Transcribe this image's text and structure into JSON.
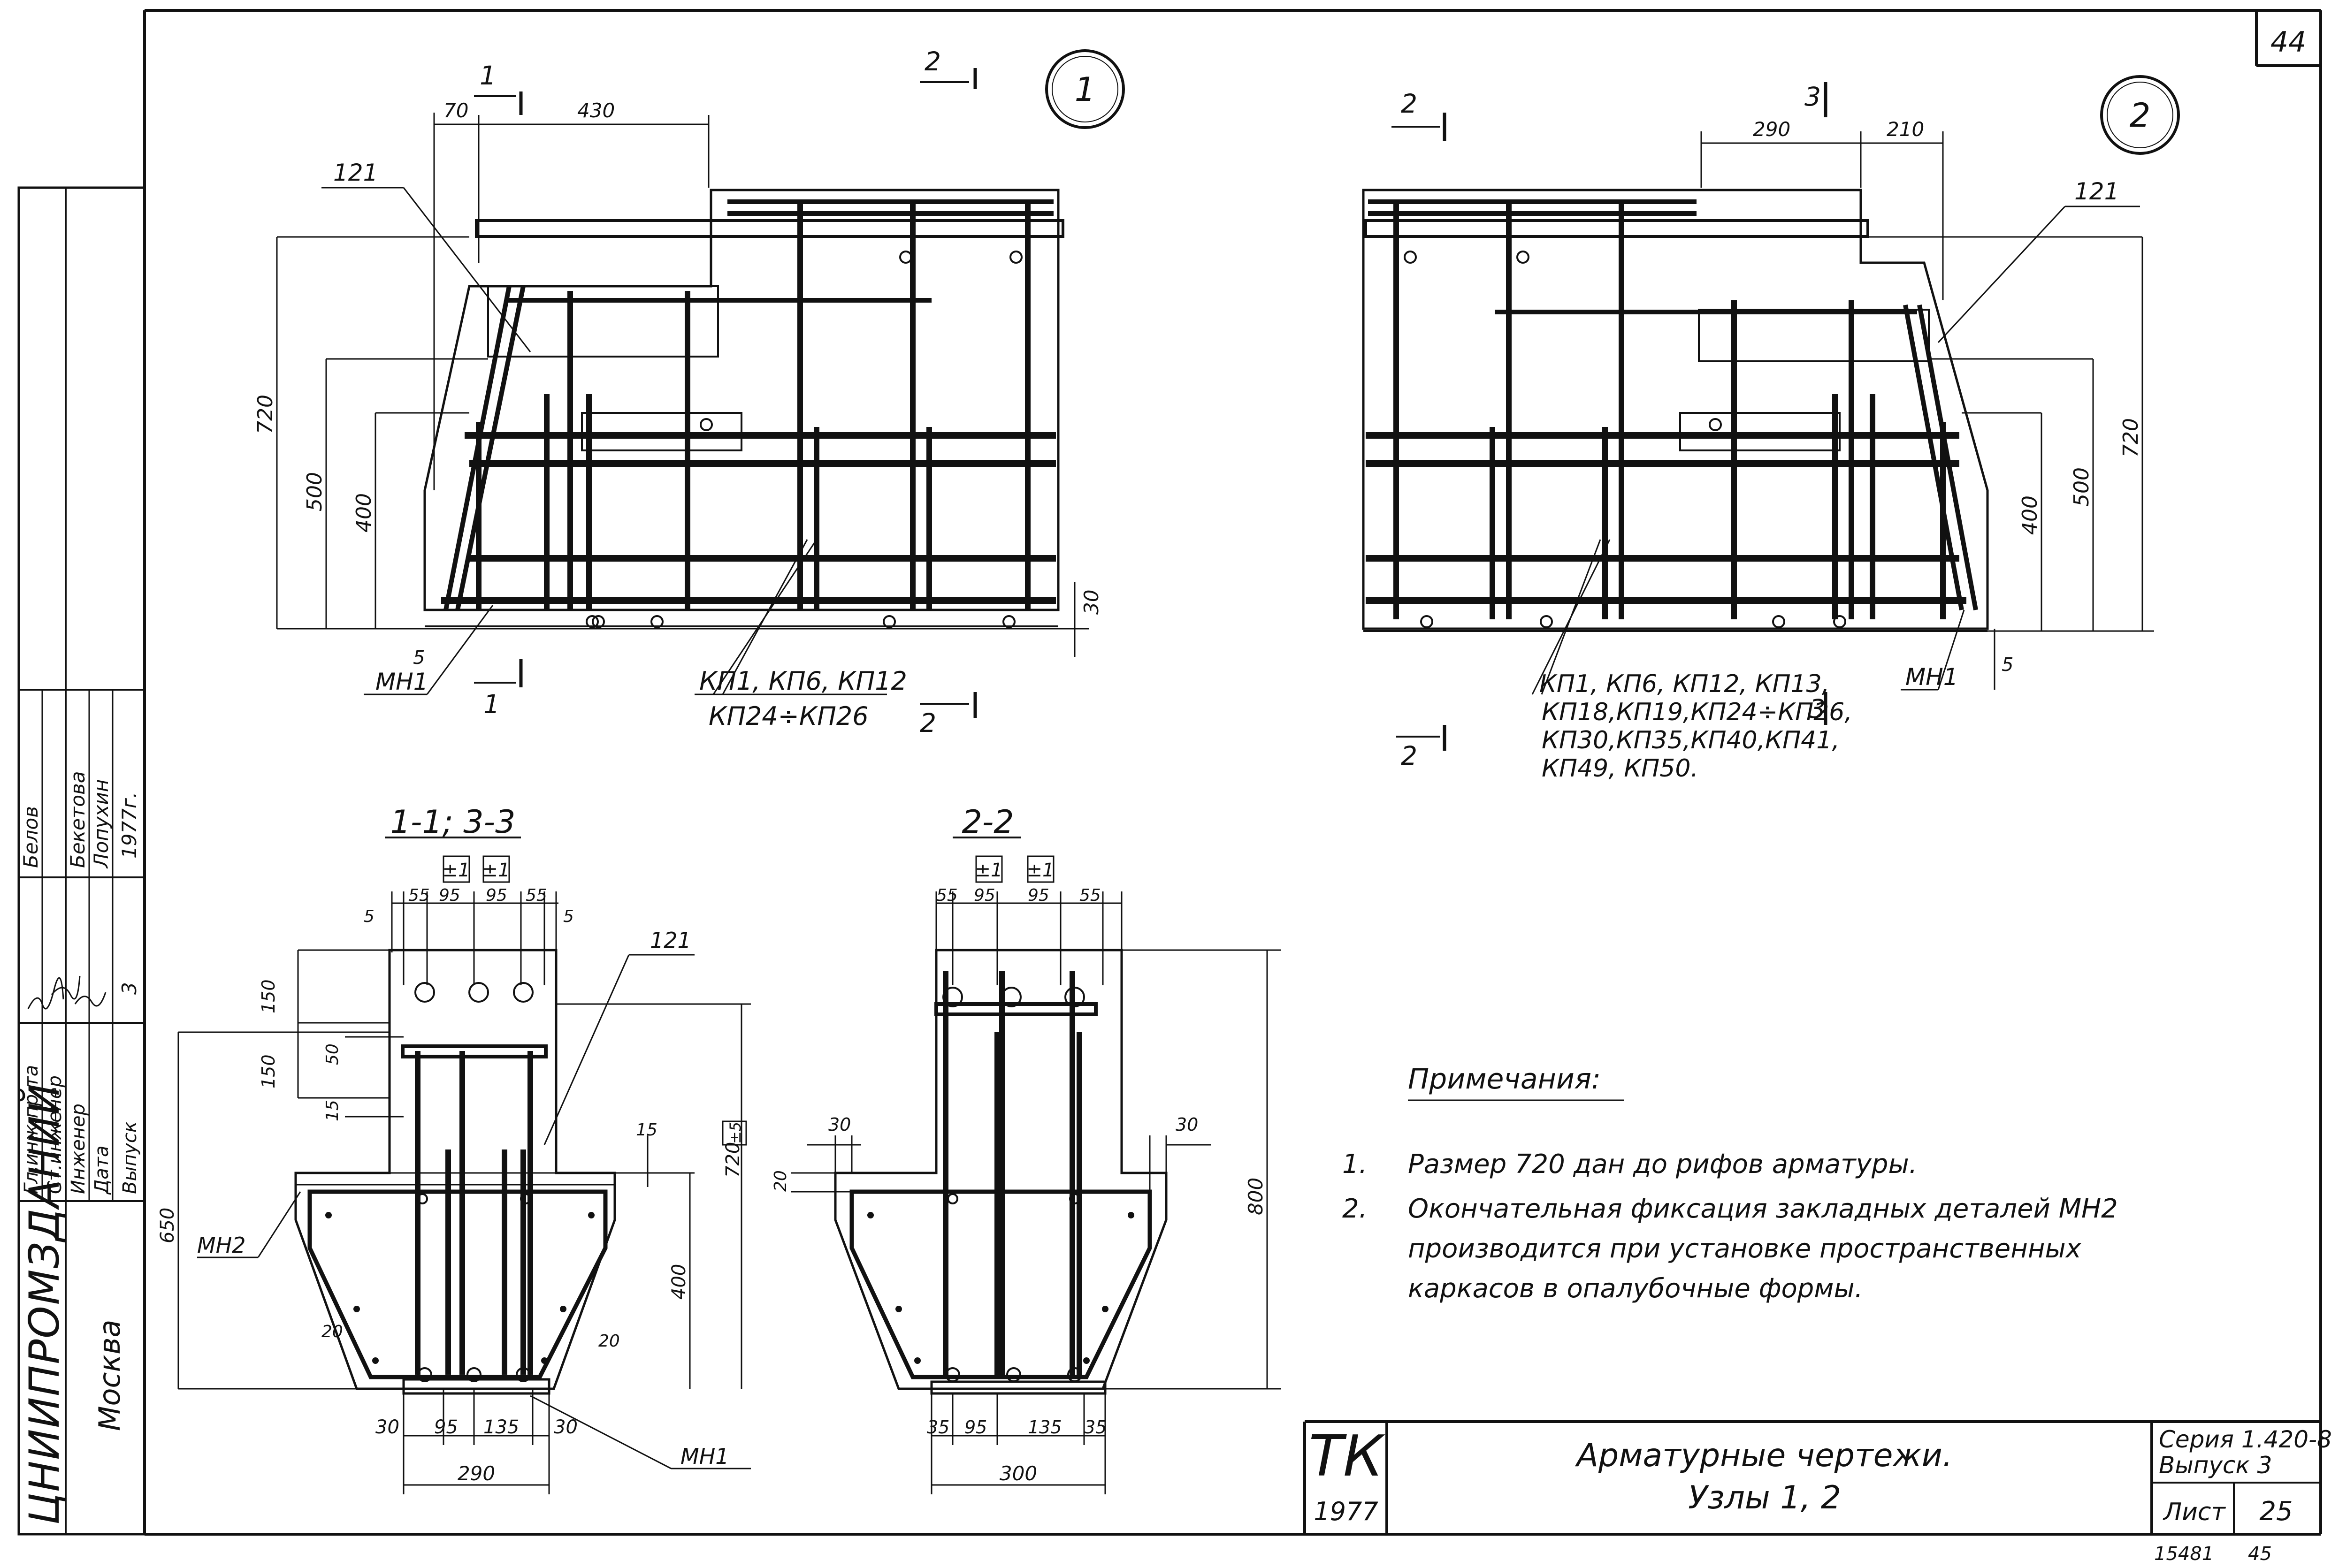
{
  "sheet_number_corner": "44",
  "node1": {
    "circle_label": "1",
    "section_1_top": "1",
    "section_2_top": "2",
    "section_1_bottom": "1",
    "section_2_bottom": "2",
    "dim_70": "70",
    "dim_430": "430",
    "dim_720": "720",
    "dim_500": "500",
    "dim_400": "400",
    "dim_30": "30",
    "dim_5": "5",
    "callout_121": "121",
    "callout_mn1": "МН1",
    "frames_line1": "КП1, КП6, КП12",
    "frames_line2": "КП24÷КП26"
  },
  "node2": {
    "circle_label": "2",
    "section_2_top": "2",
    "section_3_top": "3",
    "section_3_bottom": "3",
    "section_2_bottom": "2",
    "dim_290": "290",
    "dim_210": "210",
    "dim_720": "720",
    "dim_500": "500",
    "dim_400": "400",
    "dim_5": "5",
    "callout_121": "121",
    "callout_mn1": "МН1",
    "frames_line1": "КП1, КП6, КП12, КП13,",
    "frames_line2": "КП18,КП19,КП24÷КП26,",
    "frames_line3": "КП30,КП35,КП40,КП41,",
    "frames_line4": "КП49, КП50."
  },
  "section_11": {
    "title": "1-1; 3-3",
    "tag1": "±1",
    "tag2": "±1",
    "dim_55a": "55",
    "dim_95a": "95",
    "dim_95b": "95",
    "dim_55b": "55",
    "dim_5a": "5",
    "dim_5b": "5",
    "dim_150a": "150",
    "dim_150b": "150",
    "dim_50": "50",
    "dim_15a": "15",
    "dim_15b": "15",
    "dim_650": "650",
    "dim_400": "400",
    "dim_720": "720",
    "tag_720": "±5",
    "dim_20a": "20",
    "dim_20b": "20",
    "dim_30a": "30",
    "dim_95c": "95",
    "dim_135": "135",
    "dim_30b": "30",
    "dim_290": "290",
    "callout_121": "121",
    "callout_mn2": "МН2",
    "callout_mn1": "МН1"
  },
  "section_22": {
    "title": "2-2",
    "tag1": "±1",
    "tag2": "±1",
    "dim_55a": "55",
    "dim_95a": "95",
    "dim_95b": "95",
    "dim_55b": "55",
    "dim_30a": "30",
    "dim_30b": "30",
    "dim_20": "20",
    "dim_800": "800",
    "dim_35a": "35",
    "dim_95c": "95",
    "dim_135": "135",
    "dim_35b": "35",
    "dim_300": "300"
  },
  "notes": {
    "title": "Примечания:",
    "n1_num": "1.",
    "n1_text": "Размер 720 дан до рифов арматуры.",
    "n2_num": "2.",
    "n2_line1": "Окончательная фиксация закладных деталей МН2",
    "n2_line2": "производится при установке пространственных",
    "n2_line3": "каркасов в опалубочные формы."
  },
  "side_stamp": {
    "org": "ЦНИИПРОМЗДАНИЙ",
    "city": "Москва",
    "row1_role": "Гл.инж.пр-та",
    "row1_name": "Белов",
    "row2_role": "Ст.инженер",
    "row2_name": "Бекетова",
    "row3_role": "Инженер",
    "row3_name": "Лопухин",
    "row4_role": "Дата",
    "row4_value": "1977г.",
    "row5_role": "Выпуск",
    "row5_value": "3"
  },
  "title_block": {
    "code": "ТК",
    "year": "1977",
    "title_line1": "Арматурные чертежи.",
    "title_line2": "Узлы 1, 2",
    "series": "Серия 1.420-8",
    "issue": "Выпуск 3",
    "sheet_label": "Лист",
    "sheet_value": "25",
    "bottom_code": "15481",
    "bottom_num": "45"
  }
}
